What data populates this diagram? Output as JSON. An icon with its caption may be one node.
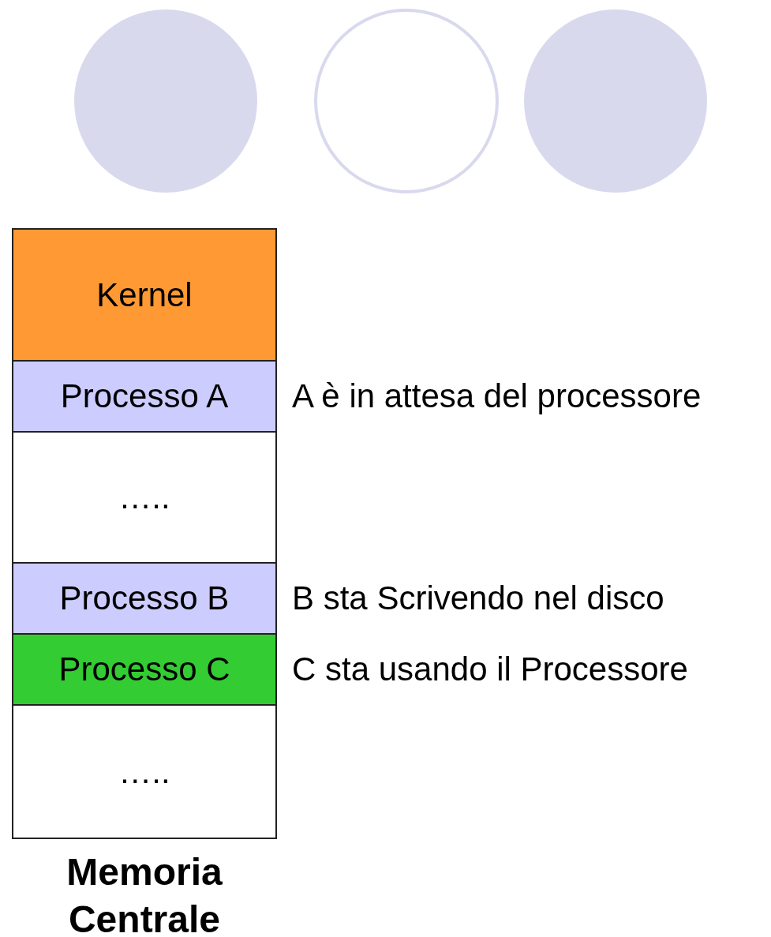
{
  "diagram": {
    "nodes": [
      {
        "text": [
          "Memoria Centrale"
        ]
      },
      {
        "text": [
          "Kernel"
        ],
        "in": 0
      },
      {
        "text": [
          "Processo A"
        ],
        "in": 0,
        "beside": [
          "A è in attesa del processore"
        ]
      },
      {
        "text": [
          "….."
        ],
        "in": 0
      },
      {
        "text": [
          "Processo B"
        ],
        "in": 0,
        "beside": [
          "B sta Scrivendo nel disco"
        ]
      },
      {
        "text": [
          "Processo C"
        ],
        "in": 0,
        "beside": [
          "C sta usando il Processore"
        ]
      },
      {
        "text": [
          "….."
        ],
        "in": 0
      }
    ]
  }
}
